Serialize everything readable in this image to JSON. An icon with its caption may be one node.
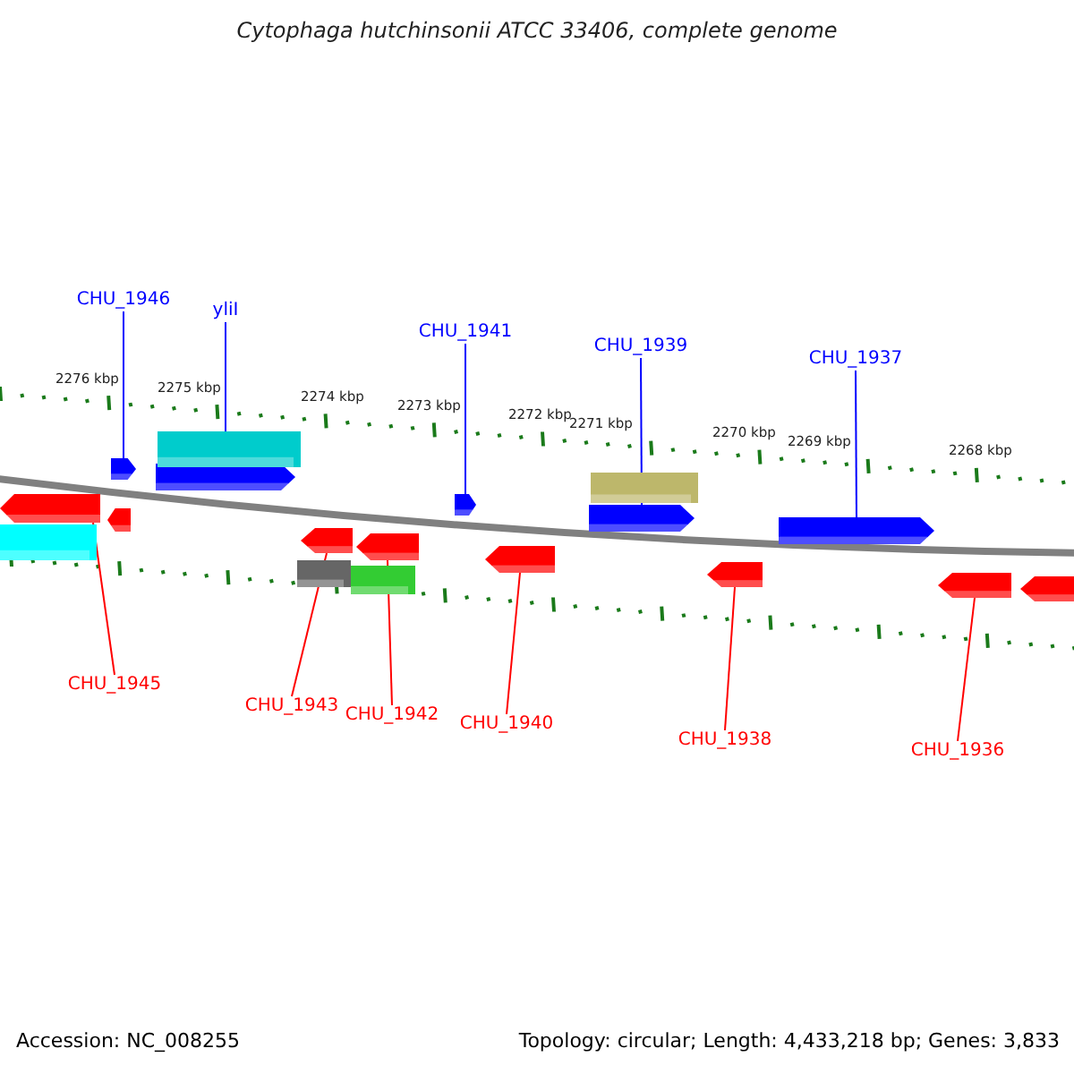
{
  "diagram": {
    "title": "Cytophaga hutchinsonii ATCC 33406, complete genome",
    "nodes": [
      {
        "text": [
          "CHU_1946"
        ]
      },
      {
        "text": [
          "yliI"
        ]
      },
      {
        "text": [
          "CHU_1941"
        ]
      },
      {
        "text": [
          "CHU_1939"
        ]
      },
      {
        "text": [
          "CHU_1937"
        ]
      },
      {
        "text": [],
        "shape": "arrow"
      },
      {
        "text": [],
        "shape": "arrow"
      },
      {
        "text": [],
        "shape": "arrow"
      },
      {
        "text": [],
        "shape": "arrow"
      },
      {
        "text": [],
        "shape": "arrow"
      },
      {
        "text": [],
        "shape": "arrow"
      },
      {
        "text": [],
        "shape": "arrow"
      },
      {
        "text": [],
        "shape": "arrow"
      },
      {
        "text": [],
        "shape": "arrow"
      },
      {
        "text": [],
        "shape": "arrow"
      },
      {
        "text": [],
        "shape": "arrow"
      },
      {
        "text": [
          "CHU_1945"
        ]
      },
      {
        "text": [
          "CHU_1943"
        ]
      },
      {
        "text": [
          "CHU_1942"
        ]
      },
      {
        "text": [
          "CHU_1940"
        ]
      },
      {
        "text": [
          "CHU_1938"
        ]
      },
      {
        "text": [
          "CHU_1936"
        ]
      },
      {
        "text": [],
        "shape": "box"
      },
      {
        "text": [],
        "shape": "box"
      },
      {
        "text": [],
        "shape": "arrow"
      },
      {
        "text": [],
        "shape": "box"
      },
      {
        "text": [],
        "shape": "box"
      },
      {
        "text": [],
        "shape": "box"
      },
      {
        "text": [],
        "shape": "arrow"
      }
    ],
    "edges": [
      {
        "from": 0,
        "to": 5,
        "arrow": "none",
        "color": "#0000ff"
      },
      {
        "from": 1,
        "to": 6,
        "arrow": "none",
        "color": "#0000ff"
      },
      {
        "from": 2,
        "to": 7,
        "arrow": "none",
        "color": "#0000ff"
      },
      {
        "from": 3,
        "to": 8,
        "arrow": "none",
        "color": "#0000ff"
      },
      {
        "from": 4,
        "to": 9,
        "arrow": "none",
        "color": "#0000ff"
      },
      {
        "from": 16,
        "to": 10,
        "arrow": "none",
        "color": "#ff0000"
      },
      {
        "from": 17,
        "to": 11,
        "arrow": "none",
        "color": "#ff0000"
      },
      {
        "from": 18,
        "to": 12,
        "arrow": "none",
        "color": "#ff0000"
      },
      {
        "from": 19,
        "to": 13,
        "arrow": "none",
        "color": "#ff0000"
      },
      {
        "from": 20,
        "to": 14,
        "arrow": "none",
        "color": "#ff0000"
      },
      {
        "from": 21,
        "to": 15,
        "arrow": "none",
        "color": "#ff0000"
      }
    ],
    "labels": [
      "2276 kbp",
      "2275 kbp",
      "2274 kbp",
      "2273 kbp",
      "2272 kbp",
      "2271 kbp",
      "2270 kbp",
      "2269 kbp",
      "2268 kbp",
      "Accession: NC_008255",
      "Topology: circular; Length: 4,433,218 bp; Genes: 3,833"
    ]
  }
}
